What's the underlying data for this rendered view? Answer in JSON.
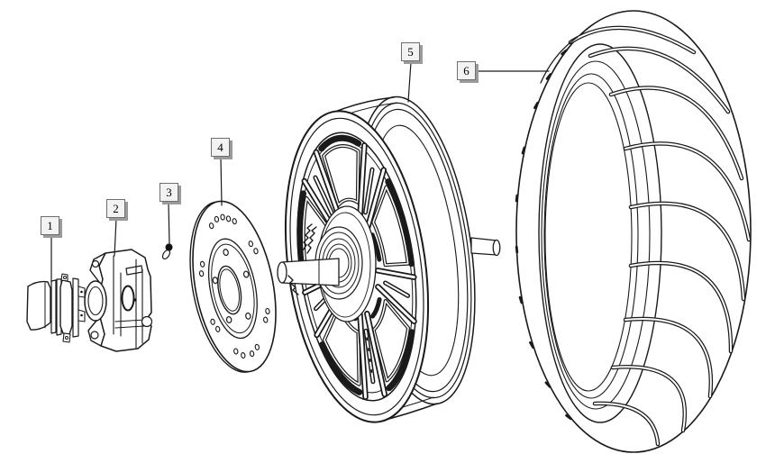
{
  "diagram": {
    "type": "exploded-parts-diagram",
    "subject": "scooter-rear-wheel-assembly-line-drawing",
    "background": "#ffffff",
    "colors": {
      "line": "#1a1a1a",
      "label_box_bg": "#f3f3f3",
      "label_box_border": "#6e6e6e",
      "label_box_shadow": "#9a9a9a"
    },
    "callouts": [
      {
        "number": "1"
      },
      {
        "number": "2"
      },
      {
        "number": "3"
      },
      {
        "number": "4"
      },
      {
        "number": "5"
      },
      {
        "number": "6"
      }
    ]
  }
}
